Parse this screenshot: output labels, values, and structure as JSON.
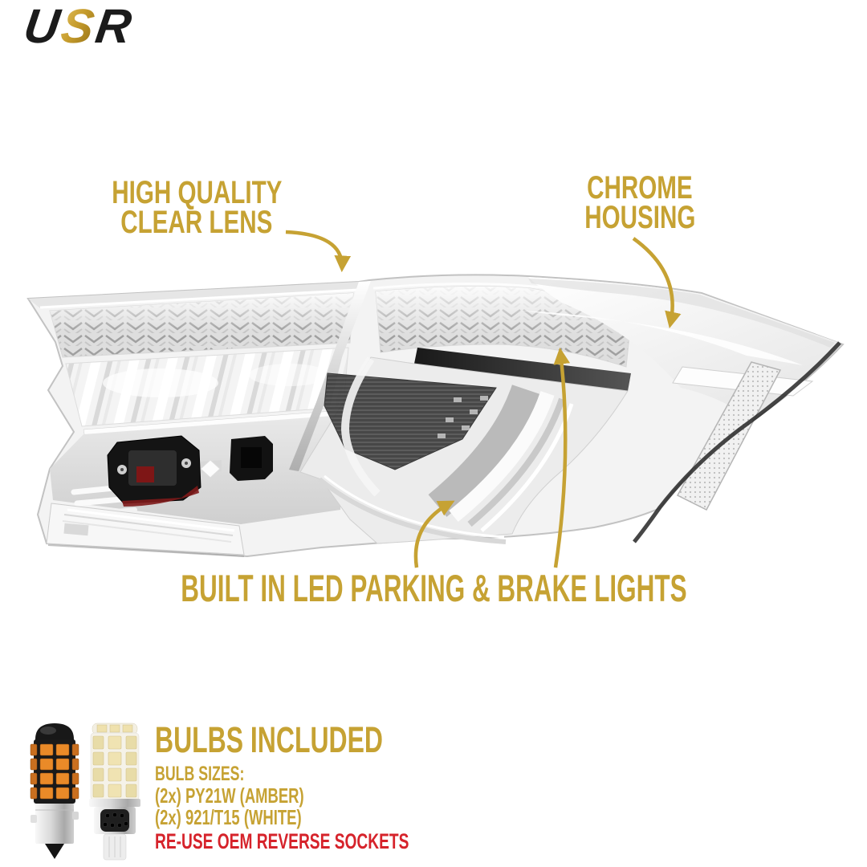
{
  "brand": {
    "letters": [
      "U",
      "S",
      "R"
    ]
  },
  "callouts": {
    "clear_lens": {
      "line1": "HIGH QUALITY",
      "line2": "CLEAR LENS"
    },
    "chrome_housing": {
      "line1": "CHROME",
      "line2": "HOUSING"
    },
    "led_lights": {
      "label": "BUILT IN LED PARKING & BRAKE LIGHTS"
    }
  },
  "bulbs_section": {
    "title": "BULBS INCLUDED",
    "subtitle": "BULB SIZES:",
    "sizes": [
      "(2x) PY21W (AMBER)",
      "(2x) 921/T15 (WHITE)"
    ],
    "note": "RE-USE OEM REVERSE SOCKETS"
  },
  "colors": {
    "gold": "#C6A233",
    "red": "#D6232B",
    "logo_black": "#1B1B1B",
    "logo_gold": "#C79D2D",
    "amber_led": "#EA8A28",
    "white_led": "#F0E3B2"
  }
}
